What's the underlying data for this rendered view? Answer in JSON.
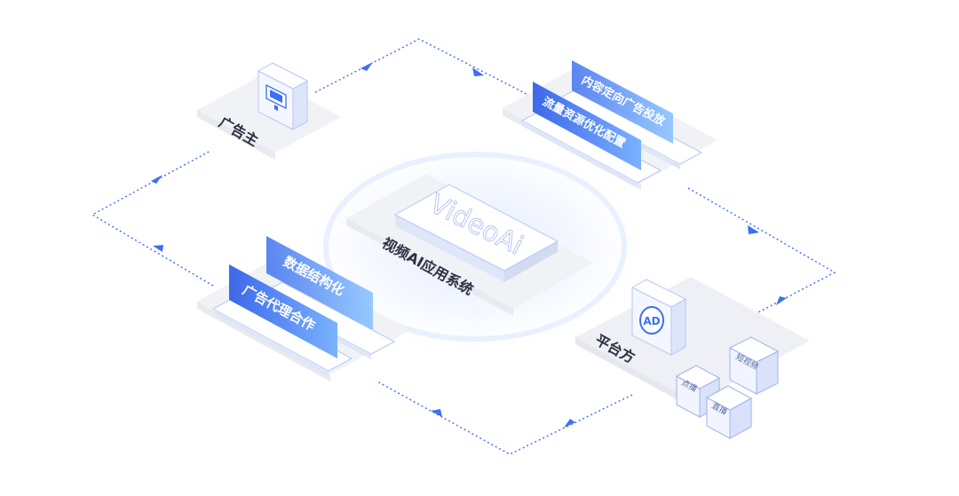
{
  "center": {
    "logo": "VideoAi",
    "label": "视频AI应用系统"
  },
  "advertiser": {
    "label": "广告主"
  },
  "content": {
    "tag_back": "内容定向广告投放",
    "tag_front": "流量资源优化配置"
  },
  "agency": {
    "tag_back": "数据结构化",
    "tag_front": "广告代理合作"
  },
  "platform": {
    "label": "平台方",
    "badge": "AD",
    "cubes": [
      "短视频",
      "点播",
      "直播"
    ]
  },
  "colors": {
    "accent": "#3d6ef5",
    "tag_light": "#7fb0ff",
    "platform_bg": "#eef0f5"
  }
}
